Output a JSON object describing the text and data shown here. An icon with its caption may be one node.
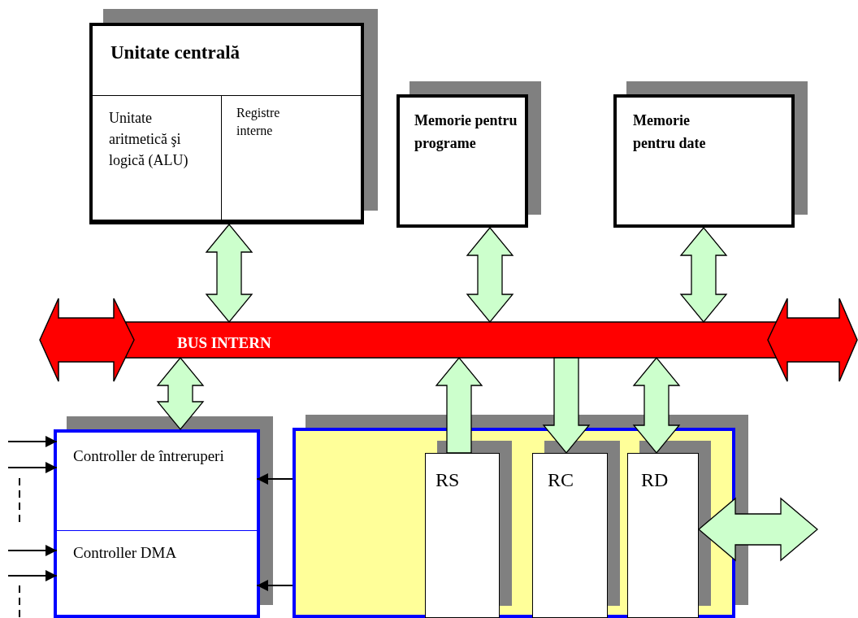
{
  "diagram": {
    "nodes": [
      {
        "text": [
          "Unitate centrală"
        ]
      },
      {
        "text": [
          "Unitate aritmetică şi logică (ALU)"
        ],
        "in": 0
      },
      {
        "text": [
          "Registre interne"
        ],
        "in": 0
      },
      {
        "text": [
          "Memorie pentru programe"
        ]
      },
      {
        "text": [
          "Memorie pentru date"
        ]
      },
      {
        "text": [
          "BUS INTERN"
        ]
      },
      {
        "text": [],
        "shape": "box"
      },
      {
        "text": [
          "Controller de întreruperi"
        ],
        "in": 6
      },
      {
        "text": [
          "Controller DMA"
        ],
        "in": 6
      },
      {
        "text": [],
        "shape": "box"
      },
      {
        "text": [
          "RS"
        ],
        "in": 9
      },
      {
        "text": [
          "RC"
        ],
        "in": 9
      },
      {
        "text": [
          "RD"
        ],
        "in": 9
      }
    ],
    "edges": [
      {
        "from": 0,
        "to": 5,
        "arrow": "both"
      },
      {
        "from": 3,
        "to": 5,
        "arrow": "both"
      },
      {
        "from": 4,
        "to": 5,
        "arrow": "both"
      },
      {
        "from": 5,
        "to": 6,
        "arrow": "both"
      },
      {
        "from": 10,
        "to": 5,
        "arrow": "to"
      },
      {
        "from": 5,
        "to": 11,
        "arrow": "to"
      },
      {
        "from": 5,
        "to": 12,
        "arrow": "both"
      },
      {
        "from": 12,
        "to": null,
        "arrow": "both"
      },
      {
        "from": null,
        "to": 7,
        "arrow": "to",
        "color": "#000000"
      },
      {
        "from": null,
        "to": 7,
        "arrow": "to",
        "color": "#000000"
      },
      {
        "from": null,
        "to": 8,
        "arrow": "to",
        "color": "#000000"
      },
      {
        "from": null,
        "to": 8,
        "arrow": "to",
        "color": "#000000"
      },
      {
        "from": 9,
        "to": 7,
        "arrow": "to",
        "color": "#000000"
      },
      {
        "from": 9,
        "to": 8,
        "arrow": "to",
        "color": "#000000"
      }
    ]
  }
}
